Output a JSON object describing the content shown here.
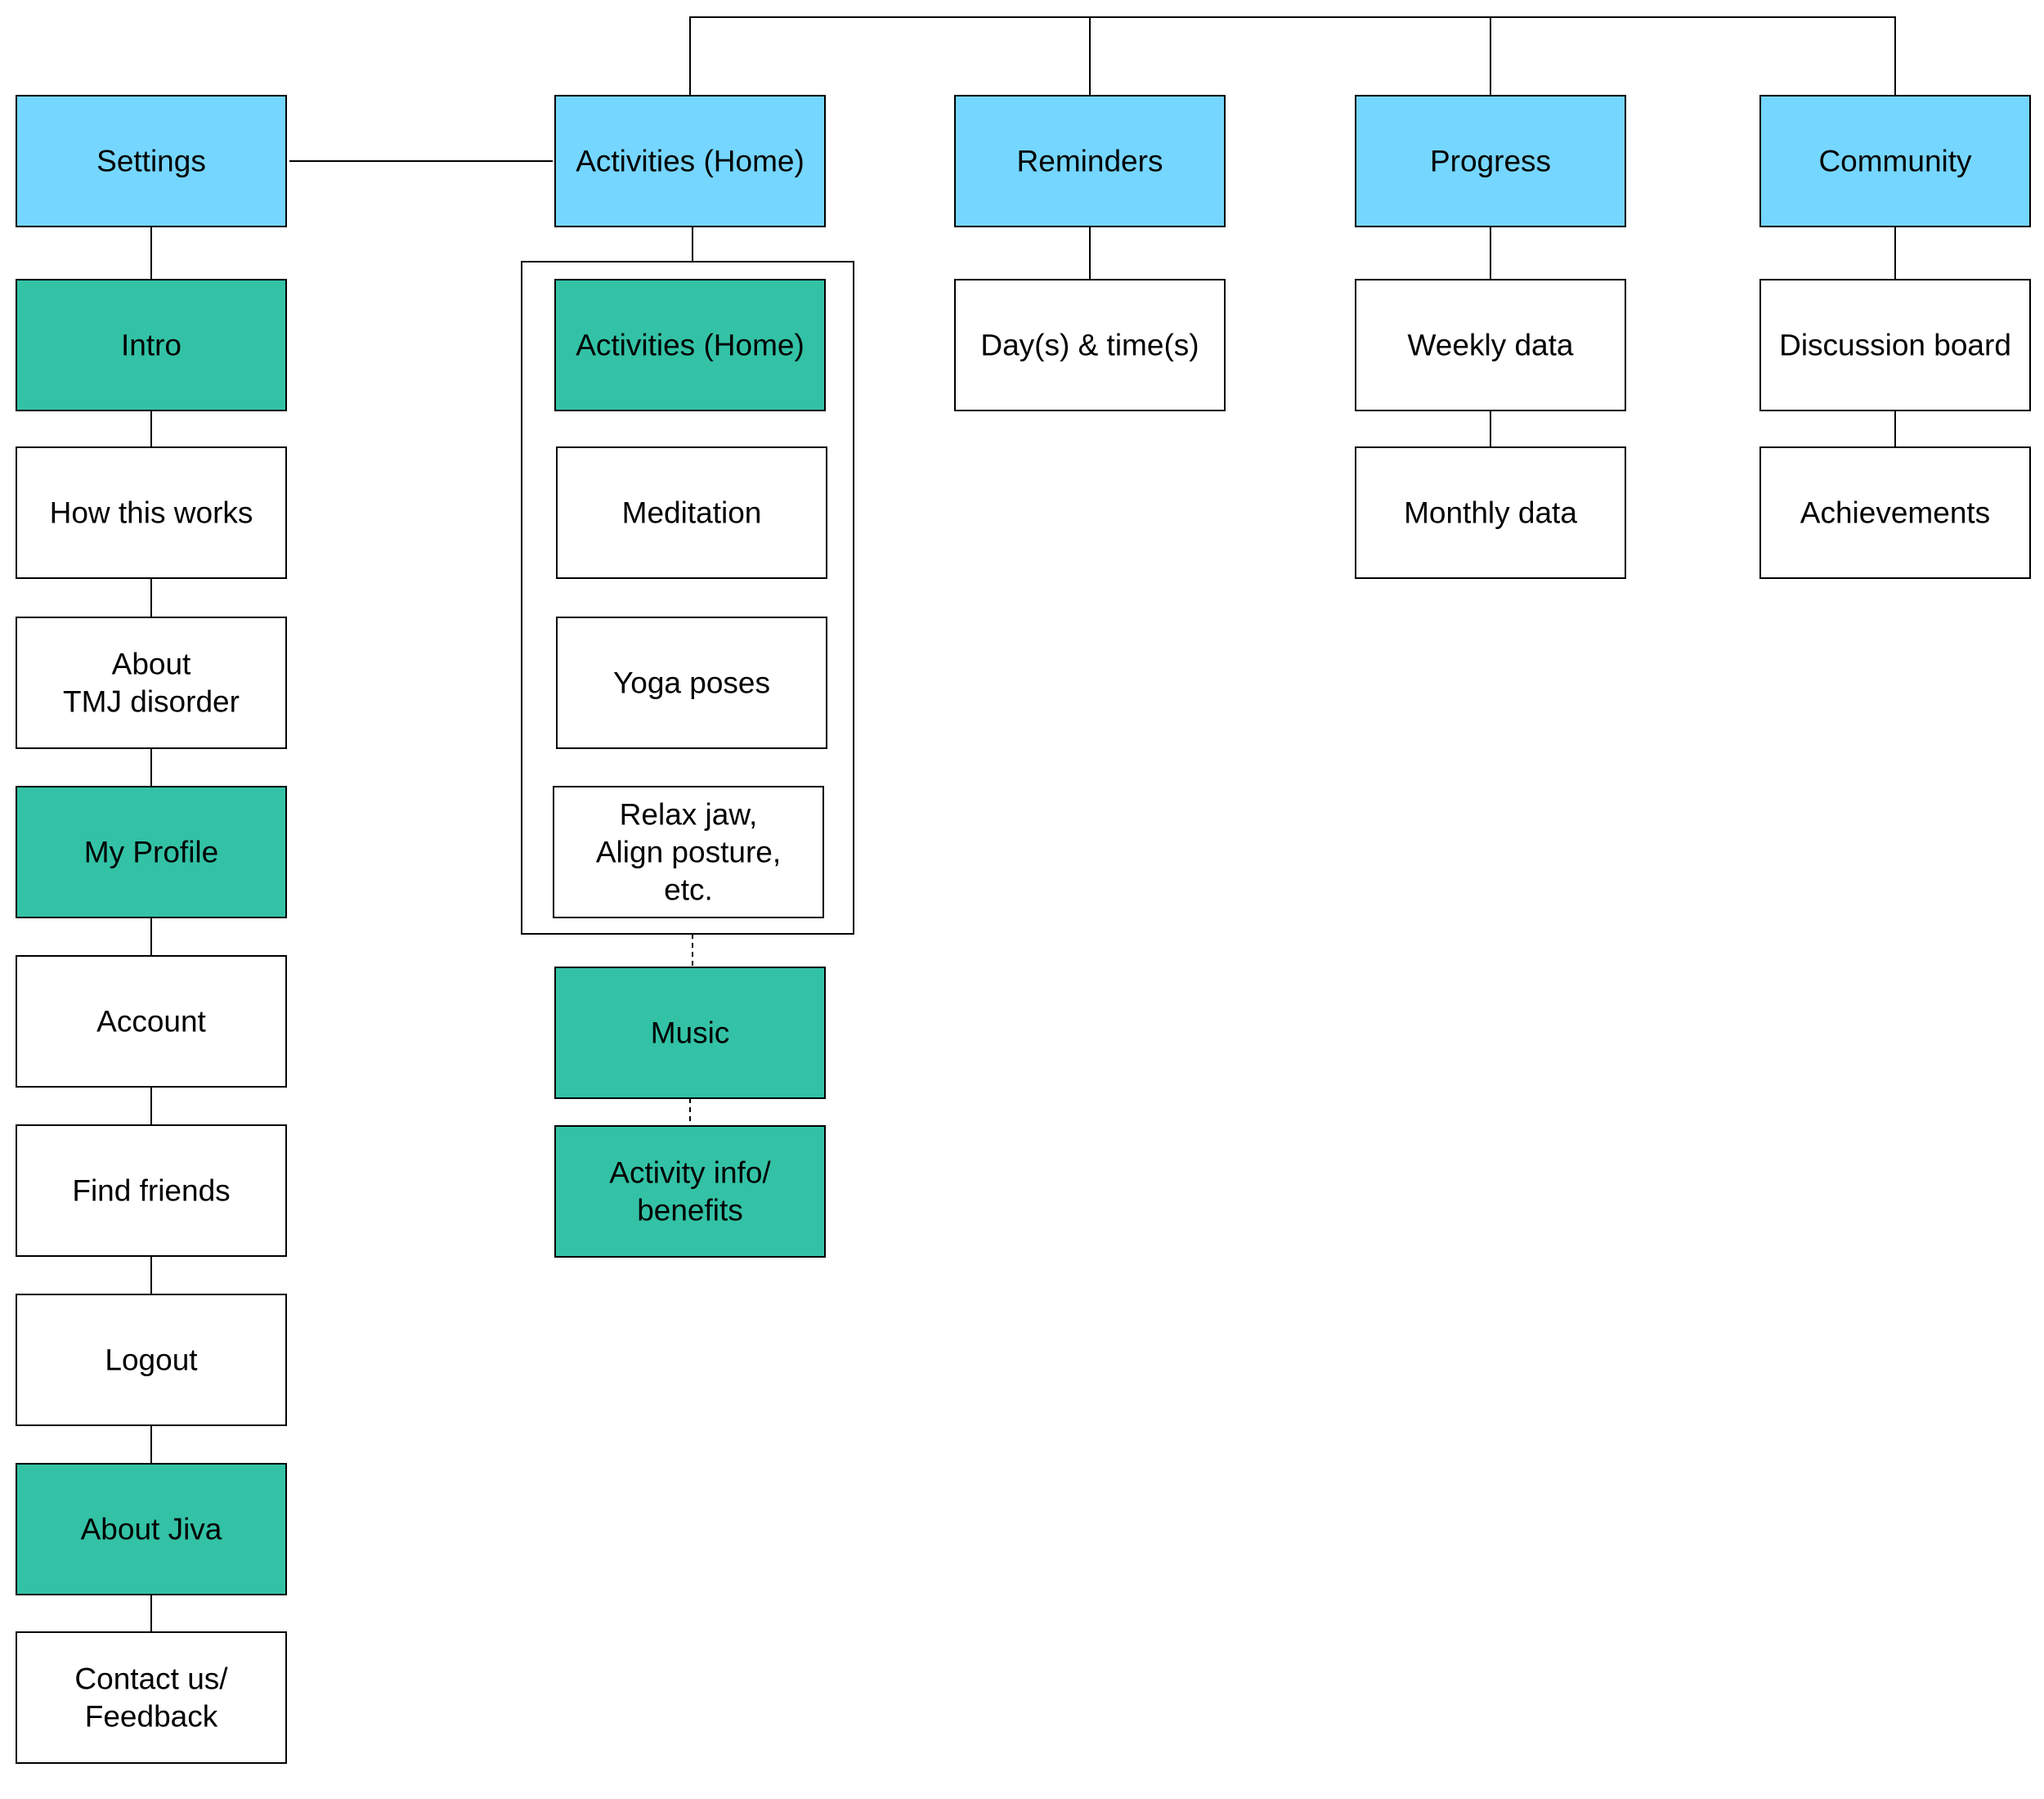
{
  "colors": {
    "top_level": "#75d6ff",
    "section": "#33c2a6",
    "page": "#ffffff",
    "stroke": "#000000"
  },
  "nodes": {
    "settings": {
      "label": [
        "Settings"
      ],
      "kind": "top_level"
    },
    "activities_home": {
      "label": [
        "Activities (Home)"
      ],
      "kind": "top_level"
    },
    "reminders": {
      "label": [
        "Reminders"
      ],
      "kind": "top_level"
    },
    "progress": {
      "label": [
        "Progress"
      ],
      "kind": "top_level"
    },
    "community": {
      "label": [
        "Community"
      ],
      "kind": "top_level"
    },
    "intro": {
      "label": [
        "Intro"
      ],
      "kind": "section"
    },
    "how_this_works": {
      "label": [
        "How this works"
      ],
      "kind": "page"
    },
    "about_tmj": {
      "label": [
        "About",
        "TMJ disorder"
      ],
      "kind": "page"
    },
    "my_profile": {
      "label": [
        "My Profile"
      ],
      "kind": "section"
    },
    "account": {
      "label": [
        "Account"
      ],
      "kind": "page"
    },
    "find_friends": {
      "label": [
        "Find friends"
      ],
      "kind": "page"
    },
    "logout": {
      "label": [
        "Logout"
      ],
      "kind": "page"
    },
    "about_jiva": {
      "label": [
        "About Jiva"
      ],
      "kind": "section"
    },
    "contact_us": {
      "label": [
        "Contact us/",
        "Feedback"
      ],
      "kind": "page"
    },
    "activities_home_sub": {
      "label": [
        "Activities (Home)"
      ],
      "kind": "section"
    },
    "meditation": {
      "label": [
        "Meditation"
      ],
      "kind": "page"
    },
    "yoga_poses": {
      "label": [
        "Yoga poses"
      ],
      "kind": "page"
    },
    "relax_jaw": {
      "label": [
        "Relax jaw,",
        "Align posture,",
        "etc."
      ],
      "kind": "page"
    },
    "music": {
      "label": [
        "Music"
      ],
      "kind": "section"
    },
    "activity_info": {
      "label": [
        "Activity info/",
        "benefits"
      ],
      "kind": "section"
    },
    "days_times": {
      "label": [
        "Day(s) & time(s)"
      ],
      "kind": "page"
    },
    "weekly_data": {
      "label": [
        "Weekly data"
      ],
      "kind": "page"
    },
    "monthly_data": {
      "label": [
        "Monthly data"
      ],
      "kind": "page"
    },
    "discussion_board": {
      "label": [
        "Discussion board"
      ],
      "kind": "page"
    },
    "achievements": {
      "label": [
        "Achievements"
      ],
      "kind": "page"
    }
  },
  "connections": [
    {
      "from": "settings",
      "to": "activities_home",
      "style": "solid"
    },
    {
      "from": "activities_home",
      "to": "reminders",
      "style": "solid"
    },
    {
      "from": "activities_home",
      "to": "progress",
      "style": "solid"
    },
    {
      "from": "activities_home",
      "to": "community",
      "style": "solid"
    },
    {
      "from": "settings",
      "to": "intro",
      "style": "solid"
    },
    {
      "from": "intro",
      "to": "how_this_works",
      "style": "solid"
    },
    {
      "from": "how_this_works",
      "to": "about_tmj",
      "style": "solid"
    },
    {
      "from": "about_tmj",
      "to": "my_profile",
      "style": "solid"
    },
    {
      "from": "my_profile",
      "to": "account",
      "style": "solid"
    },
    {
      "from": "account",
      "to": "find_friends",
      "style": "solid"
    },
    {
      "from": "find_friends",
      "to": "logout",
      "style": "solid"
    },
    {
      "from": "logout",
      "to": "about_jiva",
      "style": "solid"
    },
    {
      "from": "about_jiva",
      "to": "contact_us",
      "style": "solid"
    },
    {
      "from": "activities_home",
      "to": "activities_group",
      "style": "solid"
    },
    {
      "from": "activities_group",
      "to": "music",
      "style": "dashed"
    },
    {
      "from": "music",
      "to": "activity_info",
      "style": "dashed"
    },
    {
      "from": "reminders",
      "to": "days_times",
      "style": "solid"
    },
    {
      "from": "progress",
      "to": "weekly_data",
      "style": "solid"
    },
    {
      "from": "weekly_data",
      "to": "monthly_data",
      "style": "solid"
    },
    {
      "from": "community",
      "to": "discussion_board",
      "style": "solid"
    },
    {
      "from": "discussion_board",
      "to": "achievements",
      "style": "solid"
    }
  ],
  "groups": {
    "activities_group": {
      "members": [
        "activities_home_sub",
        "meditation",
        "yoga_poses",
        "relax_jaw"
      ]
    }
  }
}
